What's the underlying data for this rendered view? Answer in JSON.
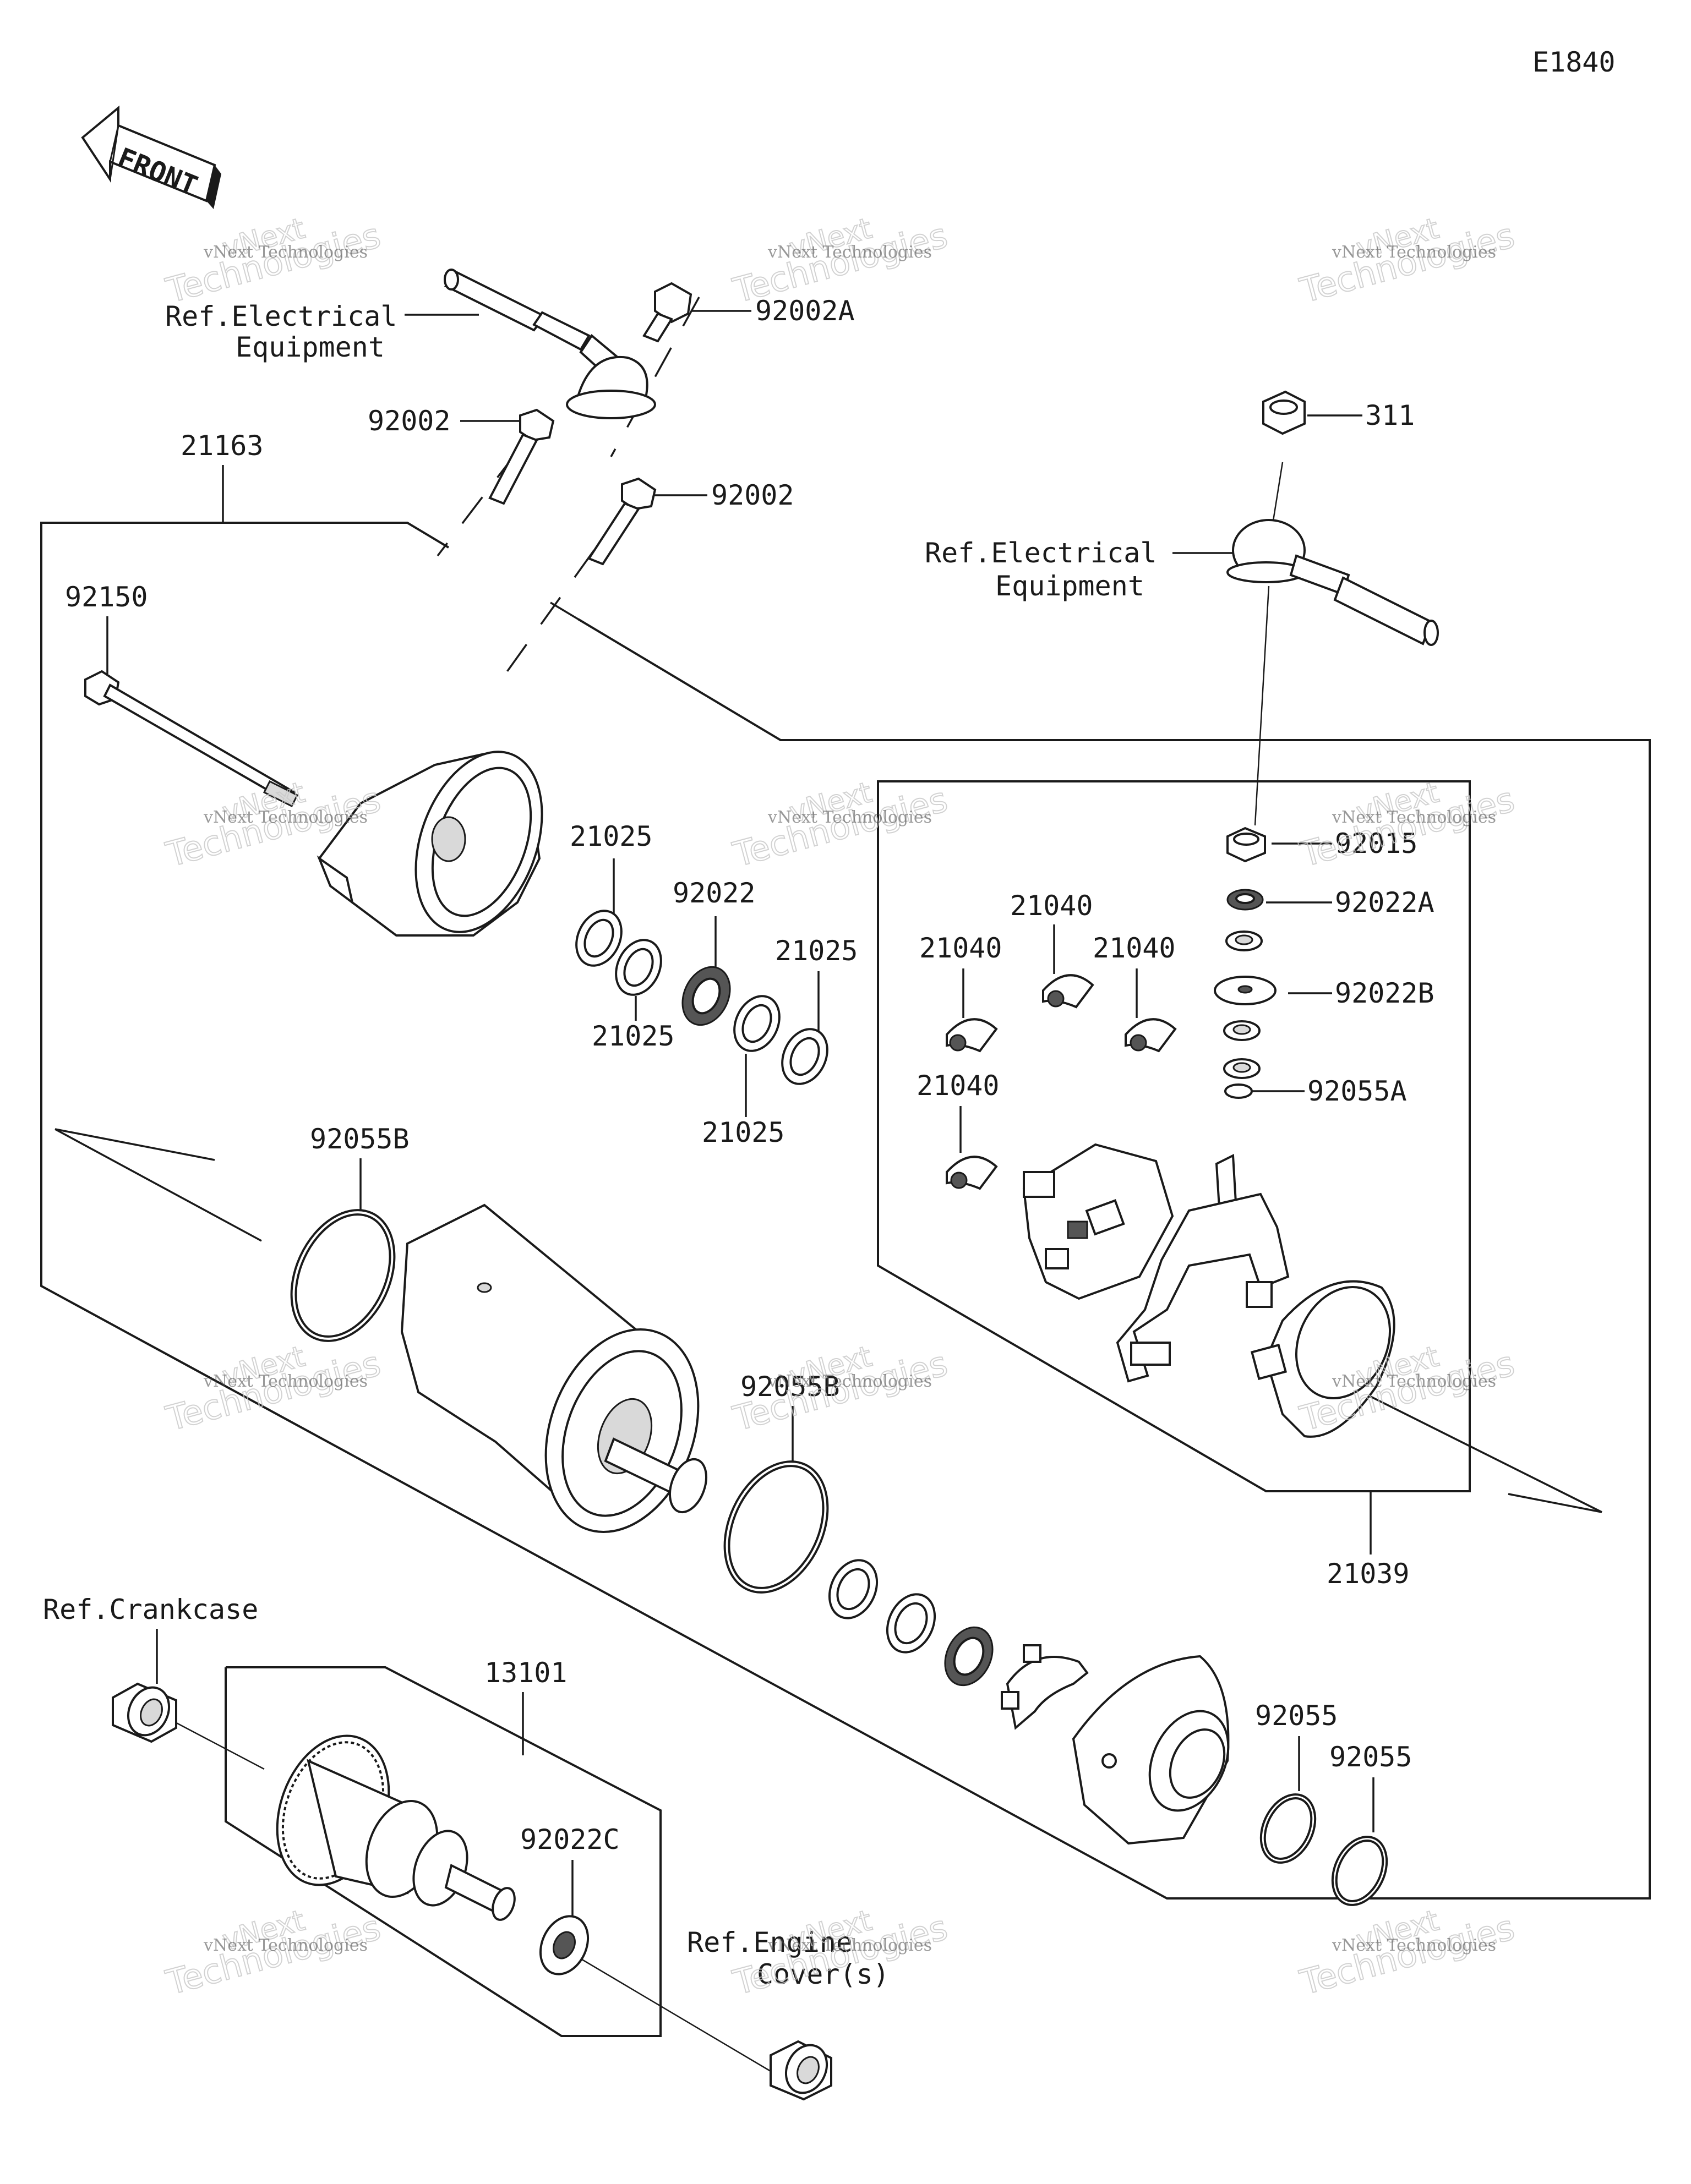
{
  "diagram_code": "E1840",
  "front_arrow_label": "FRONT",
  "watermark": {
    "line1": "vNext Technologies",
    "line2": "Technologies",
    "line3": "vNext"
  },
  "labels": {
    "ref_electrical_1_line1": "Ref.Electrical",
    "ref_electrical_1_line2": "Equipment",
    "ref_electrical_2_line1": "Ref.Electrical",
    "ref_electrical_2_line2": "Equipment",
    "p92002A": "92002A",
    "p92002_upper": "92002",
    "p92002_lower": "92002",
    "p21163": "21163",
    "p92150": "92150",
    "p311": "311",
    "p92015": "92015",
    "p92022A": "92022A",
    "p92022B": "92022B",
    "p92055A": "92055A",
    "p21025_a": "21025",
    "p92022": "92022",
    "p21025_b": "21025",
    "p21025_c": "21025",
    "p21025_d": "21025",
    "p21040_a": "21040",
    "p21040_b": "21040",
    "p21040_c": "21040",
    "p21040_d": "21040",
    "p92055B_a": "92055B",
    "p92055B_b": "92055B",
    "p21039": "21039",
    "ref_crankcase": "Ref.Crankcase",
    "p13101": "13101",
    "p92022C": "92022C",
    "ref_engine_line1": "Ref.Engine",
    "ref_engine_line2": "Cover(s)",
    "p92055_a": "92055",
    "p92055_b": "92055"
  }
}
